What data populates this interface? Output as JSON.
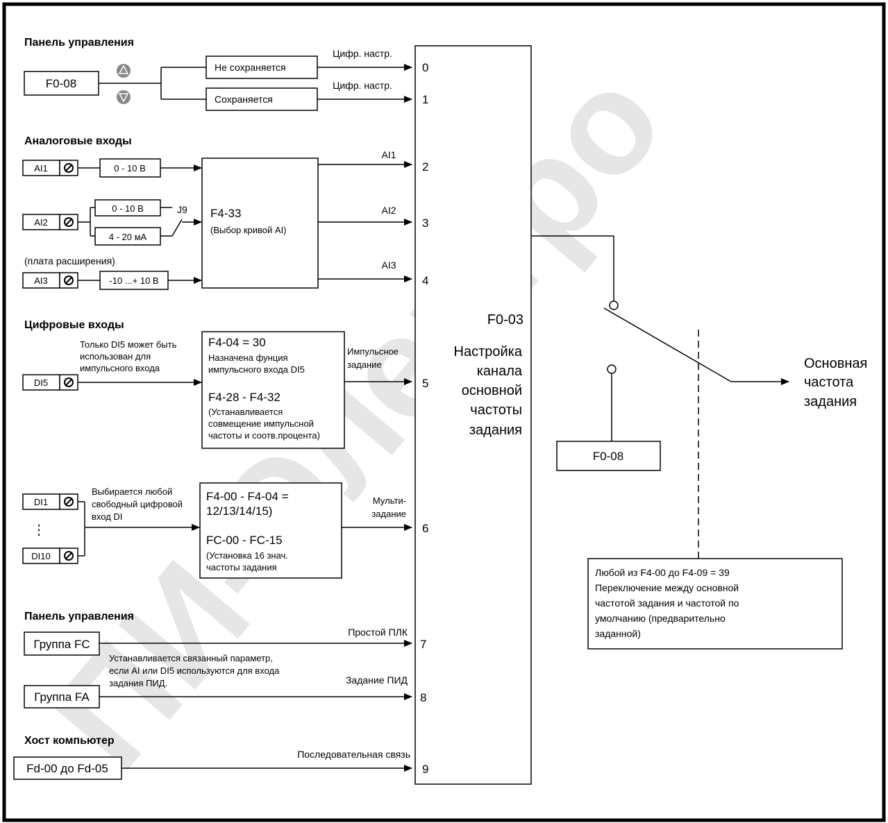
{
  "watermark": "ПИ-Электро",
  "colors": {
    "line": "#000000",
    "watermark": "#e6e6e6",
    "button_fill": "#888888"
  },
  "sections": {
    "panel1": "Панель управления",
    "analog": "Аналоговые входы",
    "digital": "Цифровые входы",
    "panel2": "Панель управления",
    "host": "Хост компьютер"
  },
  "keypad": {
    "param": "F0-08",
    "up_icon": "triangle-up-icon",
    "down_icon": "triangle-down-icon",
    "not_saved": "Не сохраняется",
    "saved": "Сохраняется",
    "digital_setting": "Цифр. настр."
  },
  "analog": {
    "ai1": "AI1",
    "ai1_range": "0 - 10 В",
    "ai2": "AI2",
    "ai2_range_v": "0 - 10 В",
    "ai2_range_ma": "4 - 20 мА",
    "jumper": "J9",
    "ai3_note": "(плата расширения)",
    "ai3": "AI3",
    "ai3_range": "-10 ...+ 10 В",
    "curve_param": "F4-33",
    "curve_desc": "(Выбор кривой AI)",
    "out1": "AI1",
    "out2": "AI2",
    "out3": "AI3"
  },
  "pulse": {
    "input": "DI5",
    "note": [
      "Только DI5 может быть",
      "использован для",
      "импульсного входа"
    ],
    "param1": "F4-04 = 30",
    "desc1": [
      "Назначена фунция",
      "импульсного входа DI5"
    ],
    "param2": "F4-28 - F4-32",
    "desc2": [
      "(Устанавливается",
      "совмещение импульсной",
      "частоты и соотв.процента)"
    ],
    "output": [
      "Импульсное",
      "задание"
    ]
  },
  "multi": {
    "di1": "DI1",
    "dots": "⋮",
    "di10": "DI10",
    "note": [
      "Выбирается любой",
      "свободный цифровой",
      "вход DI"
    ],
    "param1": [
      "F4-00 - F4-04 =",
      "12/13/14/15)"
    ],
    "param2": "FC-00 - FC-15",
    "desc2": [
      "(Установка 16 знач.",
      "частоты задания"
    ],
    "output": [
      "Мульти-",
      "задание"
    ]
  },
  "plc": {
    "box": "Группа FC",
    "output": "Простой ПЛК"
  },
  "pid": {
    "box": "Группа FA",
    "note": [
      "Устанавливается связанный параметр,",
      "если AI или DI5 используются для входа",
      "задания ПИД."
    ],
    "output": "Задание ПИД"
  },
  "host": {
    "box": "Fd-00 до Fd-05",
    "output": "Последовательная связь"
  },
  "channel_numbers": [
    "0",
    "1",
    "2",
    "3",
    "4",
    "5",
    "6",
    "7",
    "8",
    "9"
  ],
  "selector": {
    "param": "F0-03",
    "title": [
      "Настройка",
      "канала",
      "основной",
      "частоты",
      "задания"
    ]
  },
  "output": {
    "label": [
      "Основная",
      "частота",
      "задания"
    ],
    "preset_param": "F0-08",
    "switch_note": [
      "Любой из F4-00 до F4-09 = 39",
      "Переключение между основной",
      "частотой задания и частотой  по",
      "умолчанию (предварительно",
      "заданной)"
    ]
  }
}
